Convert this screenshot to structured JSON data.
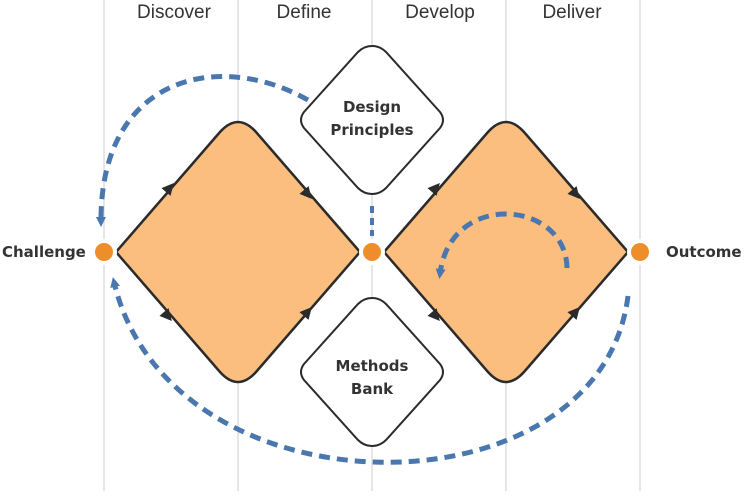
{
  "phases": [
    "Discover",
    "Define",
    "Develop",
    "Deliver"
  ],
  "nodes": {
    "start": "Challenge",
    "end": "Outcome"
  },
  "boxes": {
    "top": [
      "Design",
      "Principles"
    ],
    "bottom": [
      "Methods",
      "Bank"
    ]
  },
  "colors": {
    "diamond_fill": "#FBBE7E",
    "diamond_stroke": "#2B2B2B",
    "node_fill": "#EE8E2B",
    "arrow_blue": "#4A78AE",
    "guide_line": "#DDDDDD"
  },
  "icons": {
    "flow_arrow": "triangle-arrowhead",
    "loop_arrow": "dashed-curved-arrow"
  }
}
